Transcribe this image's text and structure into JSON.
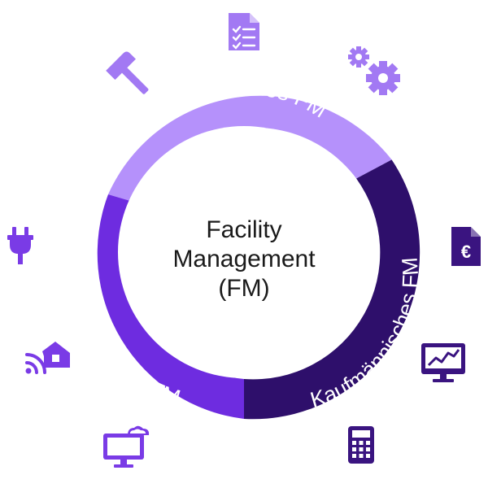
{
  "center": {
    "line1": "Facility",
    "line2": "Management",
    "line3": "(FM)"
  },
  "segments": [
    {
      "id": "technisches",
      "label": "Technisches FM",
      "color": "#b591fb"
    },
    {
      "id": "kaufmaennisches",
      "label": "Kaufmännisches FM",
      "color": "#2e0f6b"
    },
    {
      "id": "infrastrukturelles",
      "label": "Infrastrukturelles FM",
      "color": "#6e2ce0"
    }
  ],
  "colors": {
    "icon_technical": "#a279f3",
    "icon_commercial": "#3a1480",
    "icon_infrastructure": "#7a3be6",
    "center_text": "#1a1a1a"
  },
  "icons": [
    "checklist-icon",
    "hammer-icon",
    "gears-icon",
    "plug-icon",
    "smart-home-icon",
    "cloud-monitor-icon",
    "euro-document-icon",
    "chart-monitor-icon",
    "calculator-icon"
  ]
}
